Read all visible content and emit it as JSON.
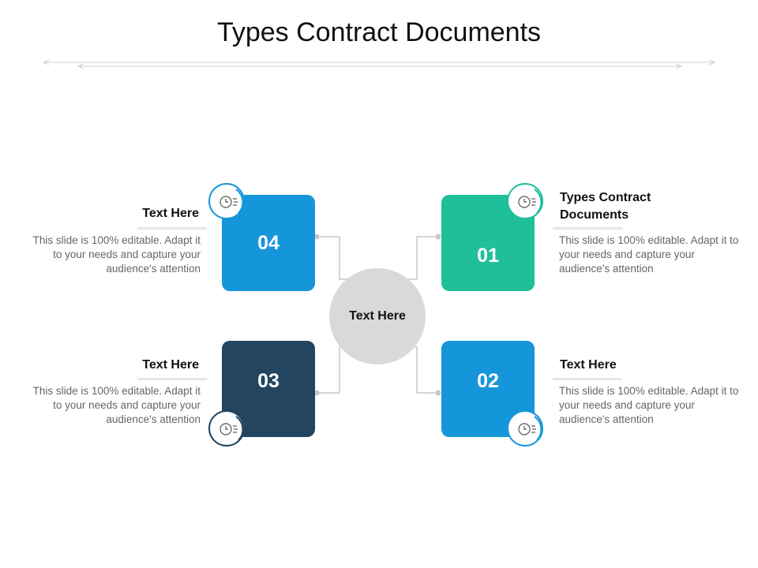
{
  "title": "Types Contract Documents",
  "center_label": "Text Here",
  "colors": {
    "card_01": "#1ebf9a",
    "card_02": "#1696da",
    "card_03": "#23455f",
    "card_04": "#1696da",
    "center": "#d9d9d9",
    "connector": "#c8c8c8"
  },
  "items": [
    {
      "number": "01",
      "heading": "Types Contract Documents",
      "body": "This slide is 100% editable. Adapt it to your needs and capture your audience's attention",
      "icon": "clock-icon"
    },
    {
      "number": "02",
      "heading": "Text Here",
      "body": "This slide is 100% editable. Adapt it to your needs and capture your audience's attention",
      "icon": "clock-icon"
    },
    {
      "number": "03",
      "heading": "Text Here",
      "body": "This slide is 100% editable. Adapt it to your needs and capture your audience's attention",
      "icon": "clock-icon"
    },
    {
      "number": "04",
      "heading": "Text Here",
      "body": "This slide is 100% editable. Adapt it to your needs and capture your audience's attention",
      "icon": "clock-icon"
    }
  ]
}
